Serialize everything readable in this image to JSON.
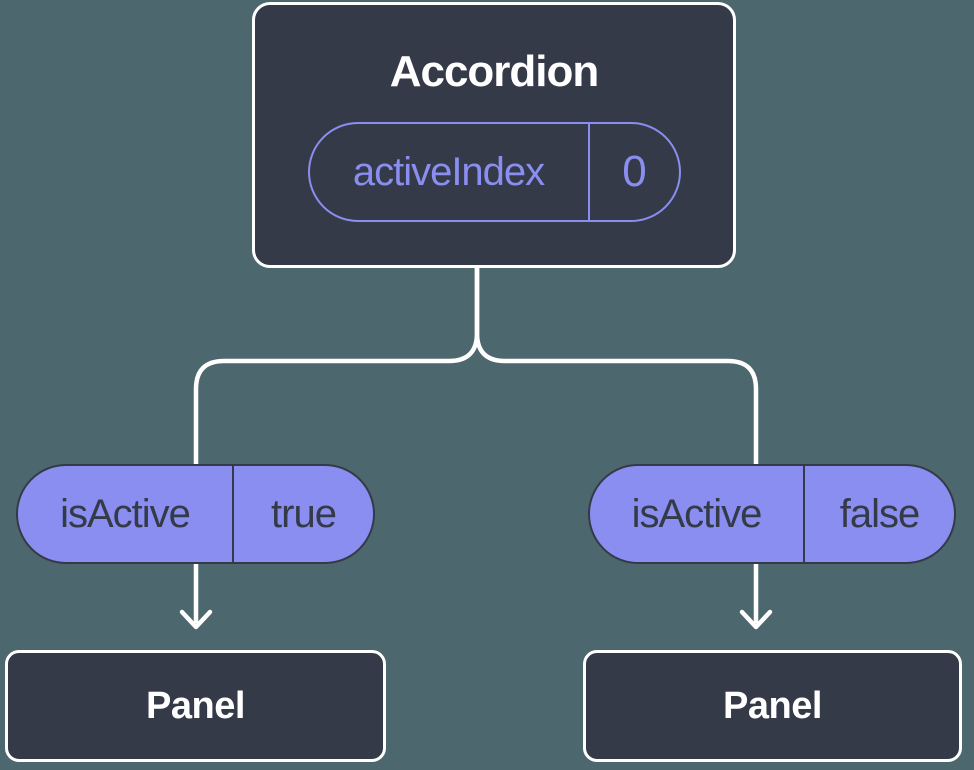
{
  "diagram": {
    "root": {
      "title": "Accordion",
      "prop": {
        "name": "activeIndex",
        "value": "0"
      }
    },
    "children": [
      {
        "prop": {
          "name": "isActive",
          "value": "true"
        },
        "child": {
          "title": "Panel"
        }
      },
      {
        "prop": {
          "name": "isActive",
          "value": "false"
        },
        "child": {
          "title": "Panel"
        }
      }
    ],
    "colors": {
      "background": "#4d676e",
      "node_fill": "#343a47",
      "node_border": "#ffffff",
      "pill_fill": "#8a8ef0",
      "pill_outline": "#8a8ef0",
      "pill_text_dark": "#343a47",
      "title_text": "#ffffff",
      "connector": "#ffffff"
    }
  }
}
